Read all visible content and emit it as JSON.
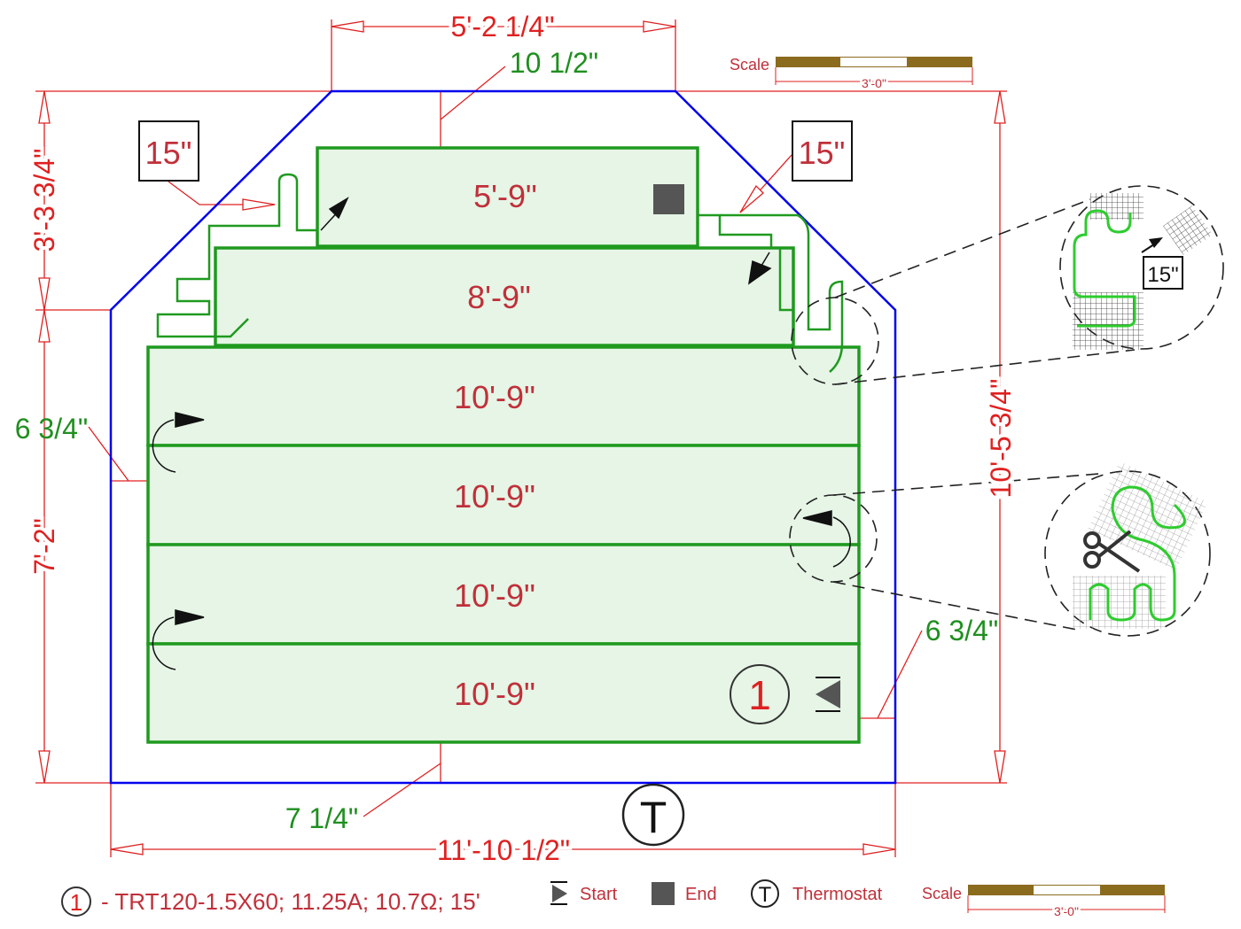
{
  "dimensions": {
    "top_width": "5'-2 1/4\"",
    "top_offset": "10 1/2\"",
    "left_upper_height": "3'-3 3/4\"",
    "left_lower_height": "7'-2\"",
    "left_offset": "6 3/4\"",
    "right_height": "10'-5 3/4\"",
    "right_offset": "6 3/4\"",
    "bottom_offset": "7 1/4\"",
    "bottom_width": "11'-10 1/2\"",
    "corner_left": "15\"",
    "corner_right": "15\"",
    "detail_corner": "15\""
  },
  "mats": [
    {
      "label": "5'-9\""
    },
    {
      "label": "8'-9\""
    },
    {
      "label": "10'-9\""
    },
    {
      "label": "10'-9\""
    },
    {
      "label": "10'-9\""
    },
    {
      "label": "10'-9\""
    }
  ],
  "circuit_number": "1",
  "thermostat_symbol": "T",
  "scale_top": {
    "label": "Scale",
    "length": "3'-0\""
  },
  "legend": {
    "circuit_number": "1",
    "circuit_spec": "- TRT120-1.5X60; 11.25A; 10.7Ω; 15'",
    "start": "Start",
    "end": "End",
    "thermostat_symbol": "T",
    "thermostat": "Thermostat",
    "scale_label": "Scale",
    "scale_length": "3'-0\""
  },
  "colors": {
    "dimension": "#e02020",
    "mat_border": "#1f9a1f",
    "mat_fill": "#e6f5e6",
    "room_outline": "#0000ee",
    "scale_bar": "#8b6b1e"
  }
}
